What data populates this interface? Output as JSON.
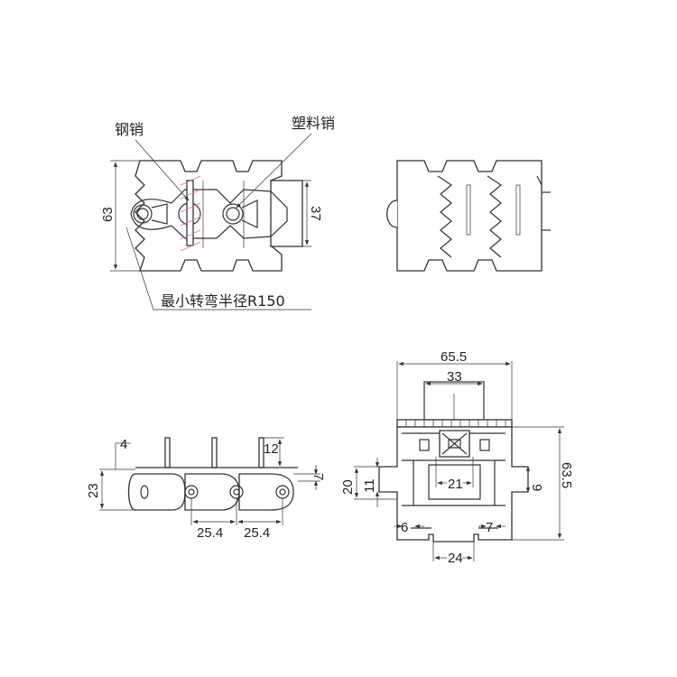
{
  "top_view": {
    "label_steel_pin": "钢销",
    "label_plastic_pin": "塑料销",
    "label_min_radius": "最小转弯半径R150",
    "dim_height": "63",
    "dim_inner": "37"
  },
  "side_view": {
    "dim_4": "4",
    "dim_12": "12",
    "dim_23": "23",
    "dim_7": "7",
    "dim_pitch_1": "25.4",
    "dim_pitch_2": "25.4"
  },
  "section_view": {
    "dim_width": "65.5",
    "dim_top": "33",
    "dim_21": "21",
    "dim_20": "20",
    "dim_11": "11",
    "dim_9": "9",
    "dim_height": "63.5",
    "dim_6": "6",
    "dim_7": "7",
    "dim_24": "24"
  }
}
